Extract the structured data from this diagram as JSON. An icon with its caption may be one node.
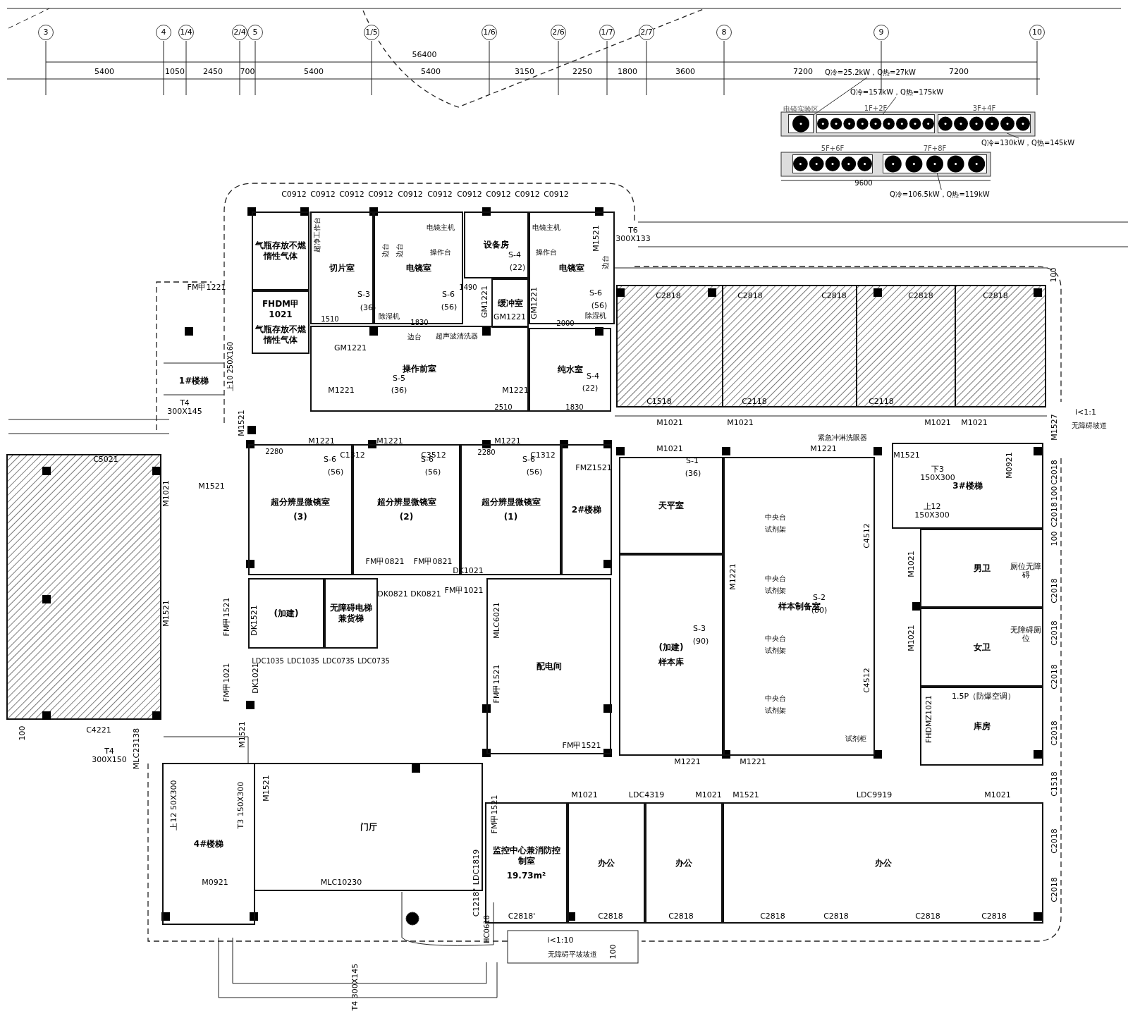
{
  "diagram": {
    "nodes": [
      {
        "text": [
          "气瓶存放不燃惰性气体"
        ]
      },
      {
        "text": [
          "FHDM甲1021",
          "气瓶存放不燃惰性气体"
        ]
      },
      {
        "text": [
          "切片室"
        ]
      },
      {
        "text": [
          "电镜室"
        ]
      },
      {
        "text": [
          "设备房"
        ]
      },
      {
        "text": [
          "缓冲室"
        ]
      },
      {
        "text": [
          "电镜室"
        ]
      },
      {
        "text": [
          "操作前室"
        ]
      },
      {
        "text": [
          "纯水室"
        ]
      },
      {
        "text": [
          "超分辨显微镜室",
          "(3)"
        ]
      },
      {
        "text": [
          "超分辨显微镜室",
          "(2)"
        ]
      },
      {
        "text": [
          "超分辨显微镜室",
          "(1)"
        ]
      },
      {
        "text": [
          "2#楼梯"
        ]
      },
      {
        "text": [
          "(加建)"
        ]
      },
      {
        "text": [
          "无障碍电梯兼货梯"
        ]
      },
      {
        "text": [
          "配电间"
        ]
      },
      {
        "text": [
          "天平室"
        ]
      },
      {
        "text": [
          "(加建)",
          "样本库"
        ]
      },
      {
        "text": [
          "样本制备室"
        ]
      },
      {
        "text": [
          "3#楼梯"
        ]
      },
      {
        "text": [
          "男卫"
        ]
      },
      {
        "text": [
          "女卫"
        ]
      },
      {
        "text": [
          "库房"
        ]
      },
      {
        "text": [
          "门厅"
        ]
      },
      {
        "text": [
          "监控中心兼消防控制室",
          "19.73m²"
        ]
      },
      {
        "text": [
          "办公"
        ]
      },
      {
        "text": [
          "办公"
        ]
      },
      {
        "text": [
          "办公"
        ]
      },
      {
        "text": [
          "4#楼梯"
        ]
      },
      {
        "text": [
          "1#楼梯"
        ]
      },
      {
        "text": [
          "电镜实验区"
        ]
      },
      {
        "text": [
          "1F+2F"
        ]
      },
      {
        "text": [
          "3F+4F"
        ]
      },
      {
        "text": [
          "5F+6F"
        ]
      },
      {
        "text": [
          "7F+8F"
        ]
      },
      {
        "text": [
          "Q冷=25.2kW，Q热=27kW"
        ]
      },
      {
        "text": [
          "Q冷=157kW，Q热=175kW"
        ]
      },
      {
        "text": [
          "Q冷=130kW，Q热=145kW"
        ]
      },
      {
        "text": [
          "Q冷=106.5kW，Q热=119kW"
        ]
      }
    ],
    "edges": [
      {
        "from": 35,
        "to": 30,
        "arrow": "none"
      },
      {
        "from": 36,
        "to": 31,
        "arrow": "none"
      },
      {
        "from": 37,
        "to": 32,
        "arrow": "none"
      },
      {
        "from": 38,
        "to": 34,
        "arrow": "none"
      }
    ],
    "labels": [
      "3",
      "4",
      "1/4",
      "2/4",
      "5",
      "1/5",
      "1/6",
      "2/6",
      "1/7",
      "2/7",
      "8",
      "9",
      "10",
      "56400",
      "5400",
      "1050",
      "2450",
      "700",
      "5400",
      "5400",
      "3150",
      "2250",
      "1800",
      "3600",
      "7200",
      "7200",
      "9600",
      "C0912",
      "C0912",
      "C0912",
      "C0912",
      "C0912",
      "C0912",
      "C0912",
      "C0912",
      "C0912",
      "C0912",
      "T6 300X133",
      "FM甲1221",
      "M1521",
      "GM1221",
      "GM1221",
      "GM1221",
      "GM1221",
      "M1221",
      "M1221",
      "上10 250X160",
      "T4 300X145",
      "M1521",
      "C5021",
      "M1521",
      "M1021",
      "S-3",
      "(36)",
      "S-6",
      "(56)",
      "S-4",
      "(22)",
      "S-6",
      "(56)",
      "S-5",
      "(36)",
      "S-4",
      "(22)",
      "电镜主机",
      "电镜主机",
      "操作台",
      "操作台",
      "边台",
      "边台",
      "边台",
      "边台",
      "超声波清洗器",
      "除湿机",
      "除湿机",
      "超净工作台",
      "1490",
      "1510",
      "1830",
      "2000",
      "2510",
      "1830",
      "M1221",
      "M1221",
      "M1221",
      "C1312",
      "C3512",
      "C1312",
      "FMZ1521",
      "2280",
      "2280",
      "S-6",
      "(56)",
      "S-6",
      "(56)",
      "S-6",
      "(56)",
      "FM甲0821",
      "FM甲0821",
      "DK1021",
      "DK0821",
      "DK0821",
      "FM甲1021",
      "DK1521",
      "MLC6021",
      "LDC1035",
      "LDC1035",
      "LDC0735",
      "LDC0735",
      "FM甲1521",
      "M1521",
      "FM甲1021",
      "DK1021",
      "FM甲1521",
      "FM甲1521",
      "M1521",
      "C4221",
      "100",
      "MLC23138",
      "T4 300X150",
      "上12 50X300",
      "T3 150X300",
      "M1521",
      "M0921",
      "MLC10230",
      "LDC1819",
      "FM甲1521",
      "C1218\"",
      "HC0618",
      "M1021",
      "LDC4319",
      "M1021",
      "M1521",
      "LDC9919",
      "M1021",
      "C2818'",
      "C2818",
      "C2818",
      "C2818",
      "C2818",
      "C2818",
      "C2818",
      "i<1:10",
      "无障碍平坡坡道",
      "100",
      "T4 300X145",
      "C2818",
      "C2818",
      "C2818",
      "C2818",
      "C2818",
      "C1518",
      "C2118",
      "C2118",
      "M1021",
      "M1021",
      "M1021",
      "M1021",
      "M1527",
      "i<1:1",
      "无障碍坡道",
      "100",
      "M1021",
      "M1221",
      "紧急冲淋洗眼器",
      "M1521",
      "M0921",
      "下3 150X300",
      "上12 150X300",
      "C2018",
      "100",
      "C2018",
      "100",
      "C2018",
      "C2018",
      "C2018",
      "C2018",
      "C1518",
      "C2018",
      "C2018",
      "S-1",
      "(36)",
      "S-2",
      "(80)",
      "S-3",
      "(90)",
      "中央台",
      "试剂架",
      "中央台",
      "试剂架",
      "中央台",
      "试剂架",
      "中央台",
      "试剂架",
      "M1221",
      "C4512",
      "C4512",
      "M1221",
      "M1221",
      "1.5P（防爆空调）",
      "FHDMZ1021",
      "M1021",
      "M1021",
      "厕位无障碍",
      "无障碍厕位",
      "试剂柜"
    ]
  }
}
